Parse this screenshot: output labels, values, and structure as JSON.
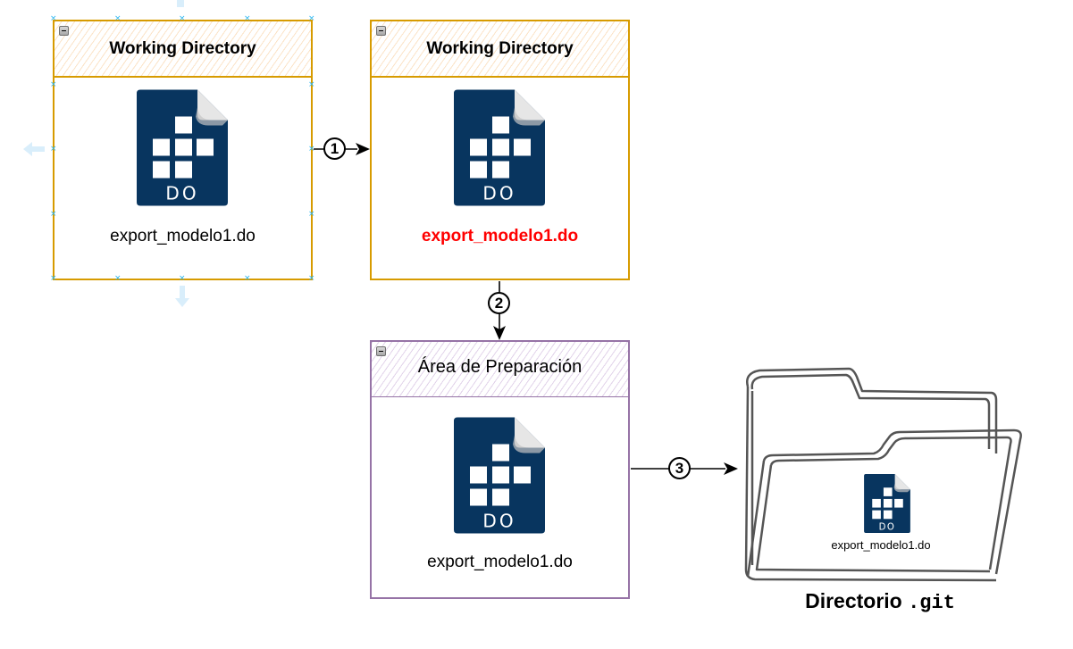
{
  "diagram": {
    "containers": [
      {
        "id": "wd-original",
        "title": "Working Directory",
        "file_label": "export_modelo1.do",
        "file_state": "unmodified"
      },
      {
        "id": "wd-modified",
        "title": "Working Directory",
        "file_label": "export_modelo1.do",
        "file_state": "modified"
      },
      {
        "id": "staging",
        "title": "Área de Preparación",
        "file_label": "export_modelo1.do",
        "file_state": "staged"
      }
    ],
    "file_icon": {
      "type": "do-file-icon",
      "badge_text": "DO"
    },
    "steps": [
      {
        "label": "1",
        "from": "wd-original",
        "to": "wd-modified"
      },
      {
        "label": "2",
        "from": "wd-modified",
        "to": "staging"
      },
      {
        "label": "3",
        "from": "staging",
        "to": "git-directory"
      }
    ],
    "git_folder": {
      "icon": "folder-icon",
      "file_label": "export_modelo1.do",
      "label_prefix": "Directorio",
      "label_code": ".git"
    },
    "colors": {
      "working_directory_stroke": "#d79b00",
      "working_directory_hatch": "#fbe3c7",
      "staging_stroke": "#9673a6",
      "staging_hatch": "#e2d3ea",
      "file_icon_fill": "#08355f",
      "modified_text": "#ff0000",
      "selection_handle": "#29b6f2",
      "folder_stroke": "#555555"
    }
  }
}
